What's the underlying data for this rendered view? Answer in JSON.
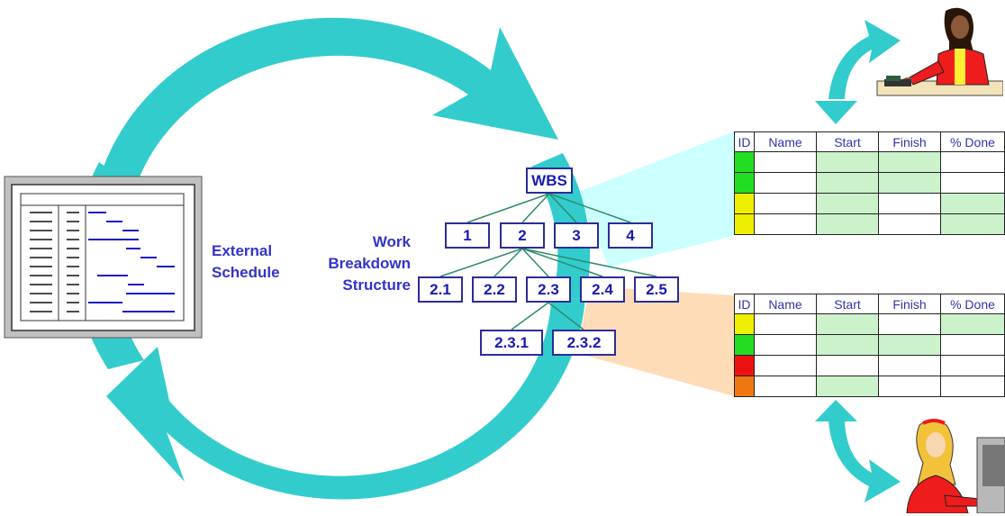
{
  "external_schedule": {
    "label_line1": "External",
    "label_line2": "Schedule"
  },
  "wbs": {
    "label_line1": "Work",
    "label_line2": "Breakdown",
    "label_line3": "Structure",
    "root": "WBS",
    "level1": [
      "1",
      "2",
      "3",
      "4"
    ],
    "level2": [
      "2.1",
      "2.2",
      "2.3",
      "2.4",
      "2.5"
    ],
    "level3": [
      "2.3.1",
      "2.3.2"
    ]
  },
  "tables": {
    "headers": [
      "ID",
      "Name",
      "Start",
      "Finish",
      "% Done"
    ],
    "top": {
      "rows": [
        {
          "status": "#22dd22",
          "start": true,
          "finish": true,
          "done": false
        },
        {
          "status": "#22dd22",
          "start": true,
          "finish": true,
          "done": false
        },
        {
          "status": "#eeee00",
          "start": true,
          "finish": false,
          "done": true
        },
        {
          "status": "#eeee00",
          "start": true,
          "finish": false,
          "done": true
        }
      ]
    },
    "bottom": {
      "rows": [
        {
          "status": "#eeee00",
          "start": true,
          "finish": false,
          "done": true
        },
        {
          "status": "#22dd22",
          "start": true,
          "finish": true,
          "done": false
        },
        {
          "status": "#ee1111",
          "start": false,
          "finish": false,
          "done": false
        },
        {
          "status": "#ee7711",
          "start": true,
          "finish": false,
          "done": false
        }
      ]
    }
  },
  "colors": {
    "cycle_arrow": "#33cccc",
    "label_text": "#3333cc",
    "node_border": "#2c2c99",
    "connector": "#2e8b6e",
    "top_wedge": "#ccffff",
    "bottom_wedge": "#ffdcb8"
  },
  "icons": {
    "schedule_window": "gantt-window-icon",
    "person_top": "woman-at-desk-icon",
    "person_bottom": "woman-at-computer-icon"
  }
}
